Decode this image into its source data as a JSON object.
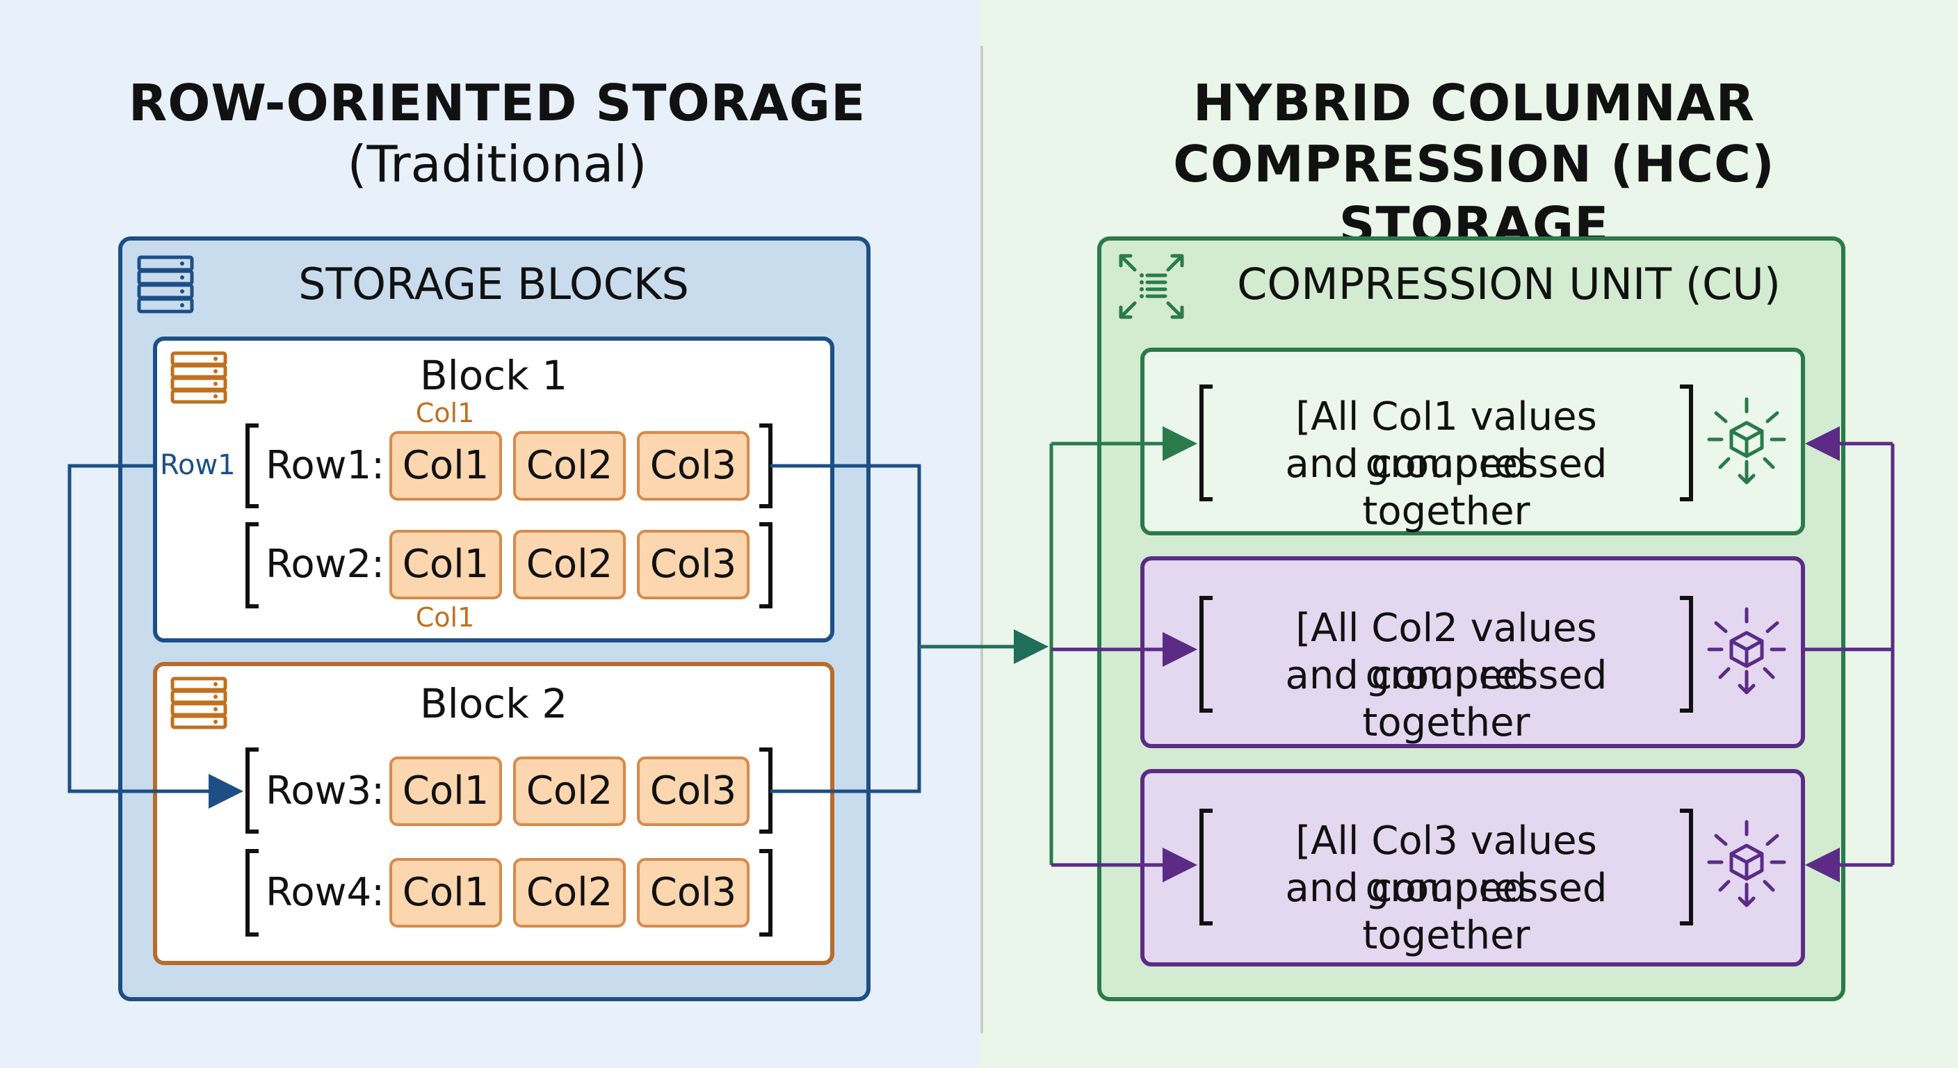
{
  "left": {
    "title": "ROW-ORIENTED STORAGE",
    "subtitle": "(Traditional)",
    "section_title": "STORAGE BLOCKS",
    "blocks": [
      {
        "title": "Block 1",
        "col_label_top": "Col1",
        "col_label_bottom": "Col1",
        "row_side_label": "Row1",
        "rows": [
          {
            "label": "Row1:",
            "cells": [
              "Col1",
              "Col2",
              "Col3"
            ]
          },
          {
            "label": "Row2:",
            "cells": [
              "Col1",
              "Col2",
              "Col3"
            ]
          }
        ]
      },
      {
        "title": "Block 2",
        "rows": [
          {
            "label": "Row3:",
            "cells": [
              "Col1",
              "Col2",
              "Col3"
            ]
          },
          {
            "label": "Row4:",
            "cells": [
              "Col1",
              "Col2",
              "Col3"
            ]
          }
        ]
      }
    ]
  },
  "right": {
    "title_line1": "HYBRID COLUMNAR",
    "title_line2": "COMPRESSION (HCC) STORAGE",
    "section_title": "COMPRESSION UNIT (CU)",
    "units": [
      {
        "line1": "[All Col1 values grouped",
        "line2": "and compressed together",
        "color": "#2b7a4b"
      },
      {
        "line1": "[All Col2 values grouped",
        "line2": "and compressed together",
        "color": "#5b2b86"
      },
      {
        "line1": "[All Col3 values grouped",
        "line2": "and compressed together",
        "color": "#5b2b86"
      }
    ]
  },
  "colors": {
    "blue": "#1d4f86",
    "orange": "#b86b2a",
    "green": "#2b7a4b",
    "purple": "#5b2b86"
  }
}
